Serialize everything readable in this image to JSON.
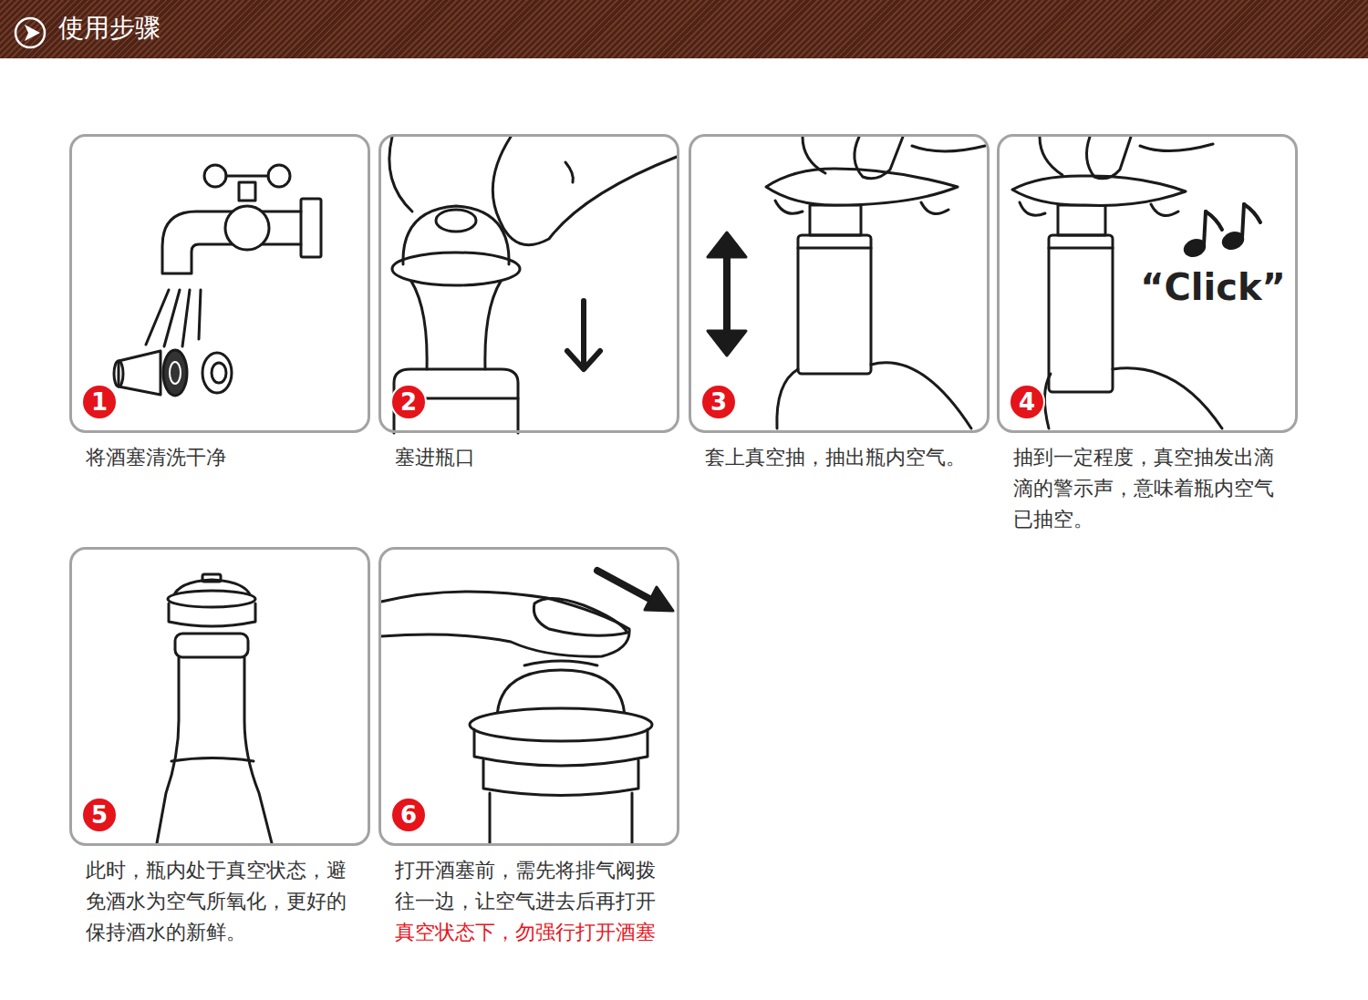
{
  "diagram": {
    "title": "使用步骤",
    "nodes": [
      {
        "text": [
          "将酒塞清洗干净"
        ]
      },
      {
        "text": [
          "1"
        ],
        "in": 0
      },
      {
        "text": [
          "塞进瓶口"
        ]
      },
      {
        "text": [
          "2"
        ],
        "in": 2
      },
      {
        "text": [
          "套上真空抽，抽出瓶内空气。"
        ]
      },
      {
        "text": [
          "3"
        ],
        "in": 4
      },
      {
        "text": [
          "抽到一定程度，真空抽发出滴滴的警示声，意味着瓶内空气已抽空。"
        ]
      },
      {
        "text": [
          "4"
        ],
        "in": 6
      },
      {
        "text": [
          "此时，瓶内处于真空状态，避免酒水为空气所氧化，更好的保持酒水的新鲜。"
        ]
      },
      {
        "text": [
          "5"
        ],
        "in": 8
      },
      {
        "text": [
          "打开酒塞前，需先将排气阀拨往一边，让空气进去后再打开",
          "真空状态下，勿强行打开酒塞"
        ]
      },
      {
        "text": [
          "6"
        ],
        "in": 10
      }
    ],
    "labels": [
      "“Click”"
    ]
  }
}
